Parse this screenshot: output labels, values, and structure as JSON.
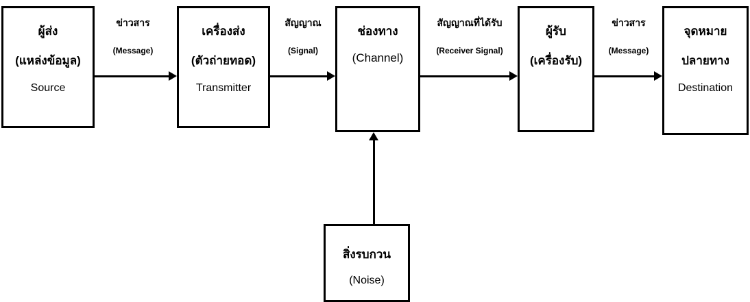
{
  "boxes": {
    "source": {
      "th1": "ผู้ส่ง",
      "th2": "(แหล่งข้อมูล)",
      "en": "Source"
    },
    "transmitter": {
      "th1": "เครื่องส่ง",
      "th2": "(ตัวถ่ายทอด)",
      "en": "Transmitter"
    },
    "channel": {
      "th1": "ช่องทาง",
      "en": "(Channel)"
    },
    "receiver": {
      "th1": "ผู้รับ",
      "th2": "(เครื่องรับ)"
    },
    "destination": {
      "th1": "จุดหมาย",
      "th2": "ปลายทาง",
      "en": "Destination"
    },
    "noise": {
      "th1": "สิ่งรบกวน",
      "en": "(Noise)"
    }
  },
  "connectors": {
    "message1": {
      "th": "ข่าวสาร",
      "en": "(Message)"
    },
    "signal": {
      "th": "สัญญาณ",
      "en": "(Signal)"
    },
    "received_signal": {
      "th": "สัญญาณที่ได้รับ",
      "en": "(Receiver Signal)"
    },
    "message2": {
      "th": "ข่าวสาร",
      "en": "(Message)"
    }
  }
}
